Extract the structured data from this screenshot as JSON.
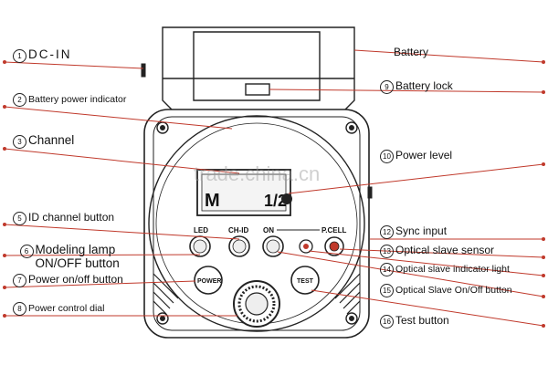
{
  "callouts": [
    {
      "num": "1",
      "text": "DC-IN"
    },
    {
      "num": "2",
      "text": "Battery power indicator"
    },
    {
      "num": "3",
      "text": "Channel"
    },
    {
      "num": "5",
      "text": "ID channel button"
    },
    {
      "num": "6",
      "text": "Modeling lamp\nON/OFF button"
    },
    {
      "num": "7",
      "text": "Power on/off button"
    },
    {
      "num": "8",
      "text": "Power control dial"
    },
    {
      "num": "",
      "text": "Battery"
    },
    {
      "num": "9",
      "text": "Battery lock"
    },
    {
      "num": "10",
      "text": "Power level"
    },
    {
      "num": "12",
      "text": "Sync input"
    },
    {
      "num": "13",
      "text": "Optical slave sensor"
    },
    {
      "num": "14",
      "text": "Optical slave indicator light"
    },
    {
      "num": "15",
      "text": "Optical Slave On/Off button"
    },
    {
      "num": "16",
      "text": "Test button"
    }
  ],
  "device": {
    "lcd_mode": "M",
    "lcd_channel": "1/2",
    "btn_led": "LED",
    "btn_chid": "CH-ID",
    "btn_on": "ON",
    "btn_pcell": "P.CELL",
    "btn_power": "POWER",
    "btn_test": "TEST"
  },
  "watermark": "trade.china.cn",
  "colors": {
    "leader": "#c0392b",
    "outline": "#222222"
  }
}
